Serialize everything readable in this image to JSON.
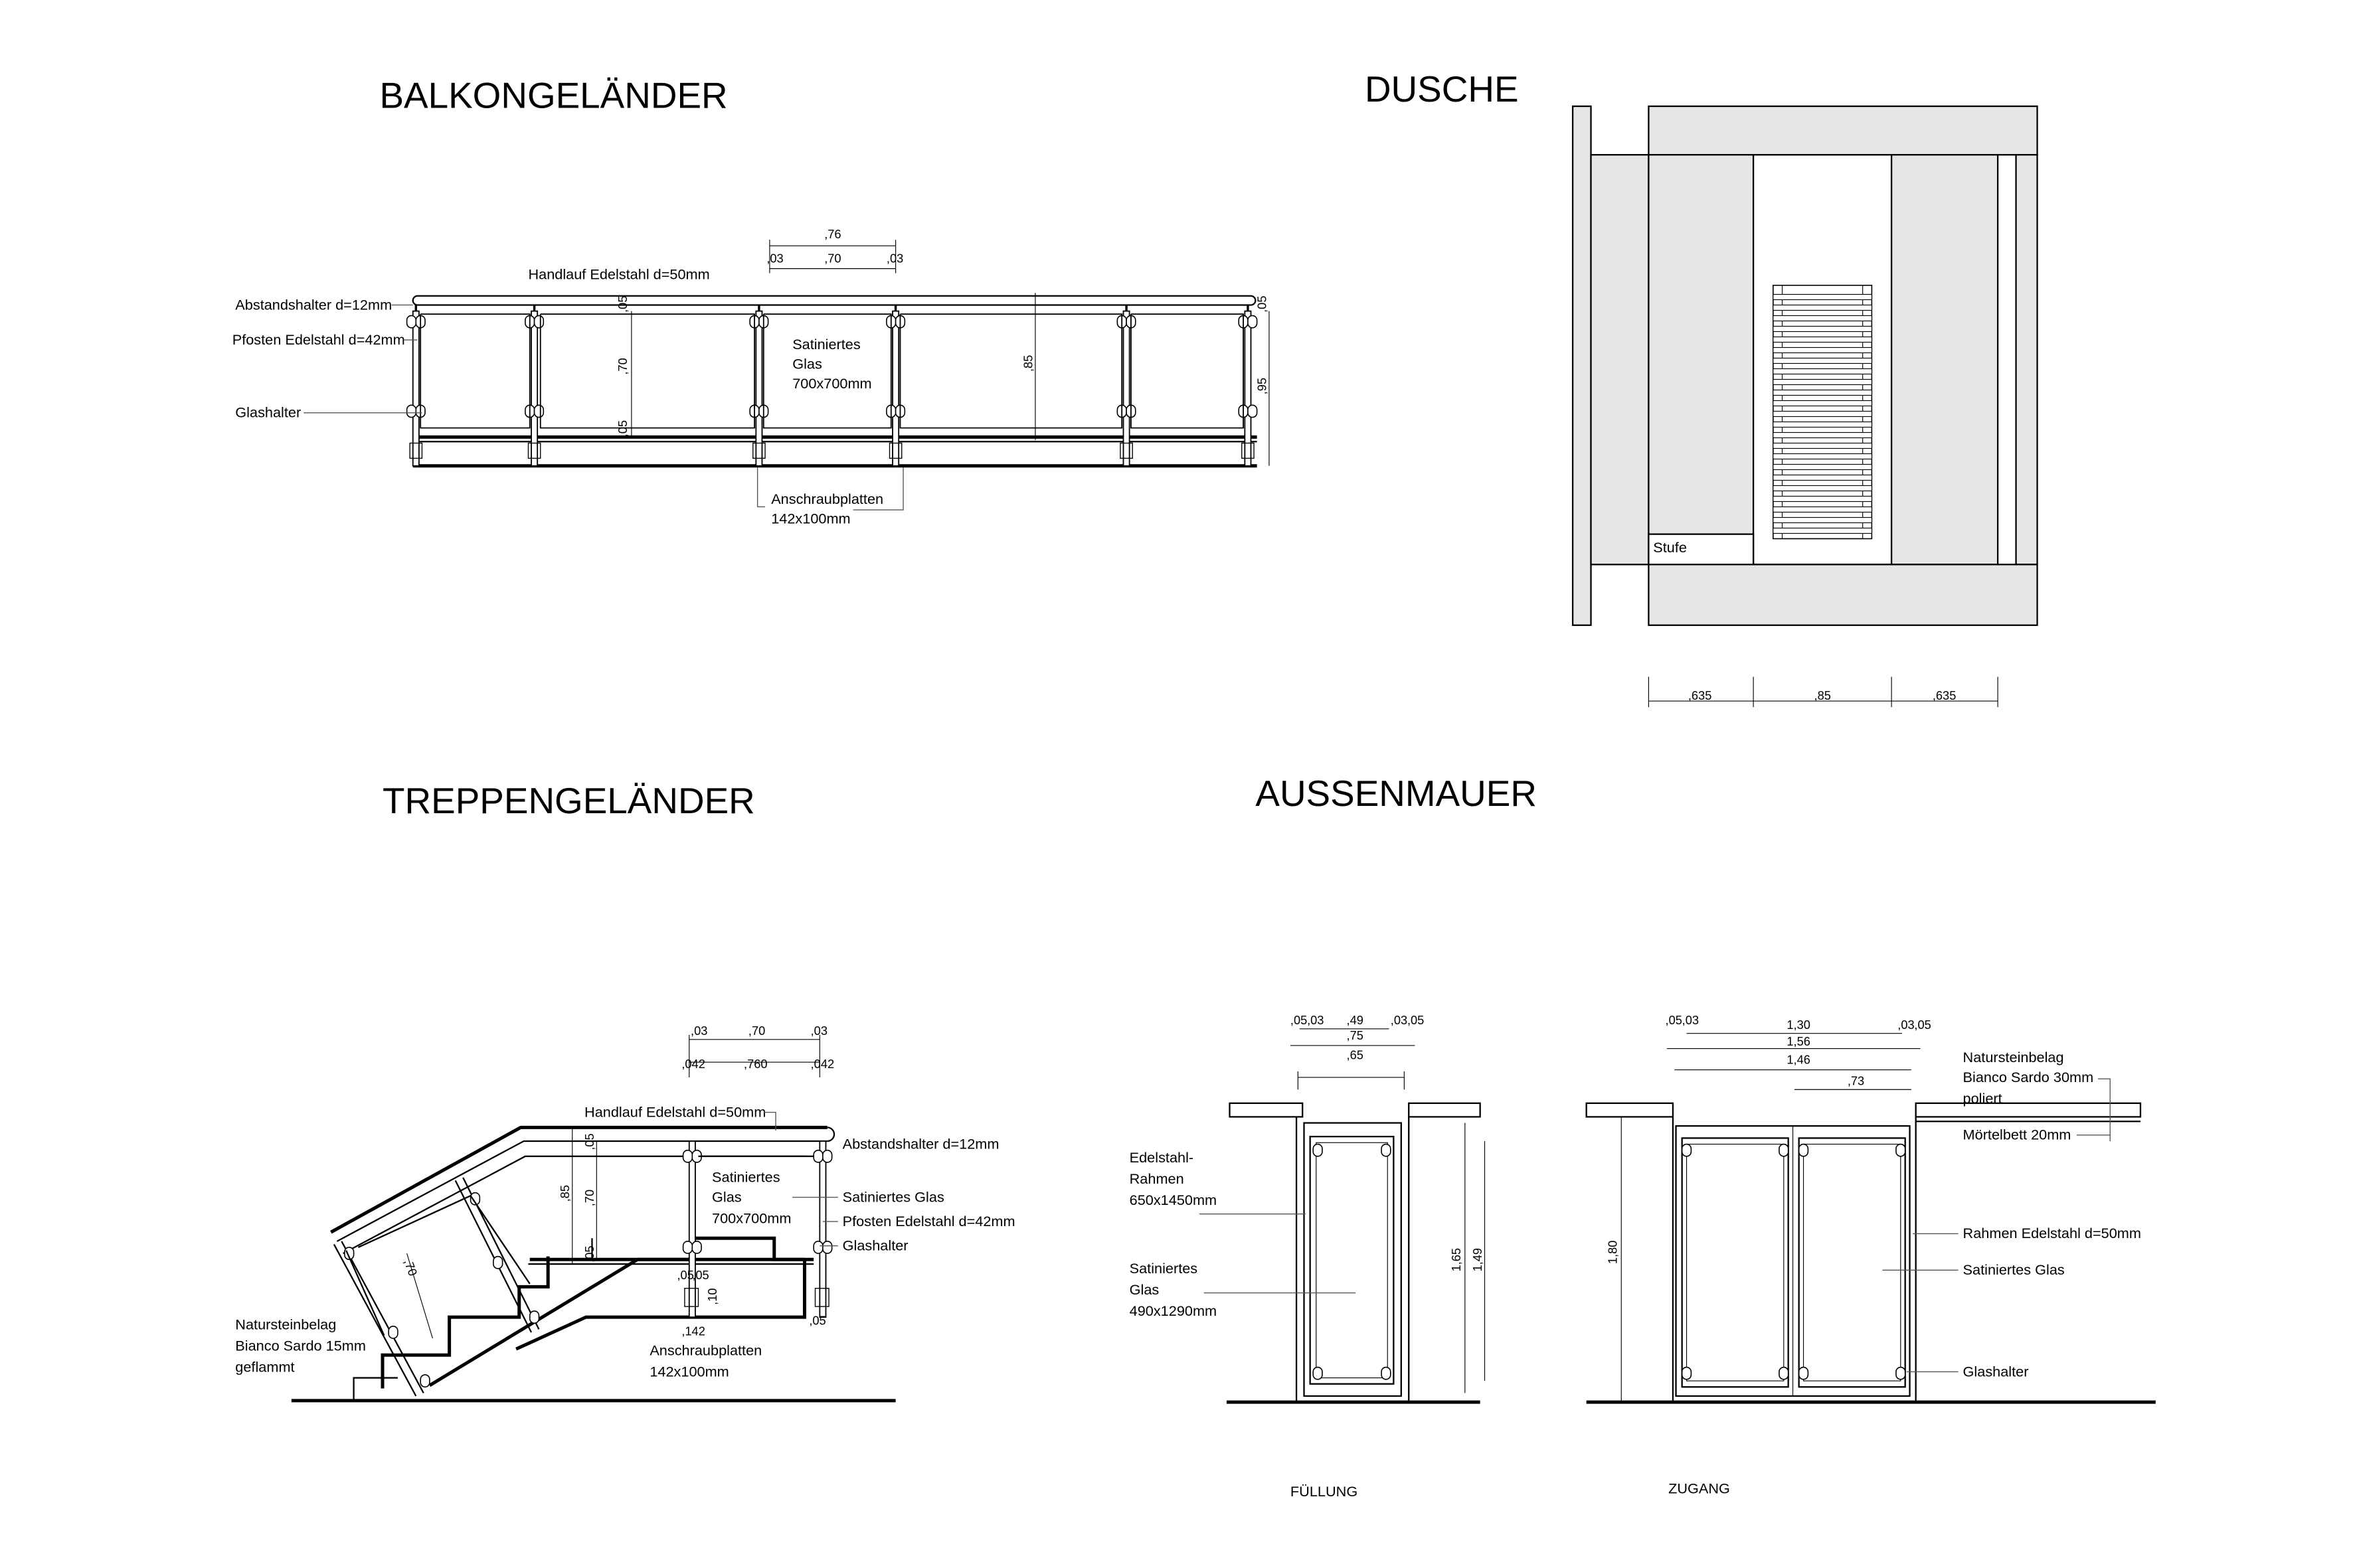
{
  "titles": {
    "balkon": "BALKONGELÄNDER",
    "dusche": "DUSCHE",
    "treppe": "TREPPENGELÄNDER",
    "aussen": "AUSSENMAUER"
  },
  "balkon": {
    "handlauf": "Handlauf Edelstahl d=50mm",
    "abstandshalter": "Abstandshalter d=12mm",
    "pfosten": "Pfosten Edelstahl d=42mm",
    "glashalter": "Glashalter",
    "glas": [
      "Satiniertes",
      "Glas",
      "700x700mm"
    ],
    "anschraub": [
      "Anschraubplatten",
      "142x100mm"
    ],
    "dims": {
      "total": ",76",
      "left": ",03",
      "mid": ",70",
      "right": ",03",
      "h70": ",70",
      "h85": ",85",
      "h95": ",95",
      "top05": ",05",
      "bot05": ",05",
      "r05": ",05"
    }
  },
  "dusche": {
    "stufe": "Stufe",
    "dims": [
      ",635",
      ",85",
      ",635"
    ]
  },
  "treppe": {
    "handlauf": "Handlauf Edelstahl d=50mm",
    "abstandshalter": "Abstandshalter d=12mm",
    "glas_label": "Satiniertes Glas",
    "pfosten": "Pfosten Edelstahl d=42mm",
    "glashalter": "Glashalter",
    "glas": [
      "Satiniertes",
      "Glas",
      "700x700mm"
    ],
    "anschraub": [
      "Anschraubplatten",
      "142x100mm"
    ],
    "naturstein": [
      "Natursteinbelag",
      "Bianco Sardo 15mm",
      "geflammt"
    ],
    "dims": {
      "row1": [
        ",03",
        ",70",
        ",03"
      ],
      "row2": [
        ",042",
        ",760",
        ",042"
      ],
      "h85": ",85",
      "h70": ",70",
      "diag70": ",70",
      "top05": ",05",
      "bot05": ",05",
      "p05a": ",05",
      "p05b": ",05",
      "p10": ",10",
      "p142": ",142",
      "r05": ",05"
    }
  },
  "aussen": {
    "fuellung": {
      "caption": "FÜLLUNG",
      "rahmen": [
        "Edelstahl-",
        "Rahmen",
        "650x1450mm"
      ],
      "glas": [
        "Satiniertes",
        "Glas",
        "490x1290mm"
      ],
      "dims": {
        "row1": [
          ",05",
          ",03",
          ",49",
          ",03",
          ",05"
        ],
        "w75": ",75",
        "w65": ",65",
        "h165": "1,65",
        "h149": "1,49"
      }
    },
    "zugang": {
      "caption": "ZUGANG",
      "naturstein": [
        "Natursteinbelag",
        "Bianco Sardo 30mm",
        "poliert"
      ],
      "moertel": "Mörtelbett 20mm",
      "rahmen": "Rahmen Edelstahl d=50mm",
      "glas": "Satiniertes Glas",
      "glashalter": "Glashalter",
      "dims": {
        "row1": [
          ",05",
          ",03",
          "1,30",
          ",03",
          ",05"
        ],
        "w156": "1,56",
        "w146": "1,46",
        "w73": ",73",
        "h180": "1,80"
      }
    }
  }
}
